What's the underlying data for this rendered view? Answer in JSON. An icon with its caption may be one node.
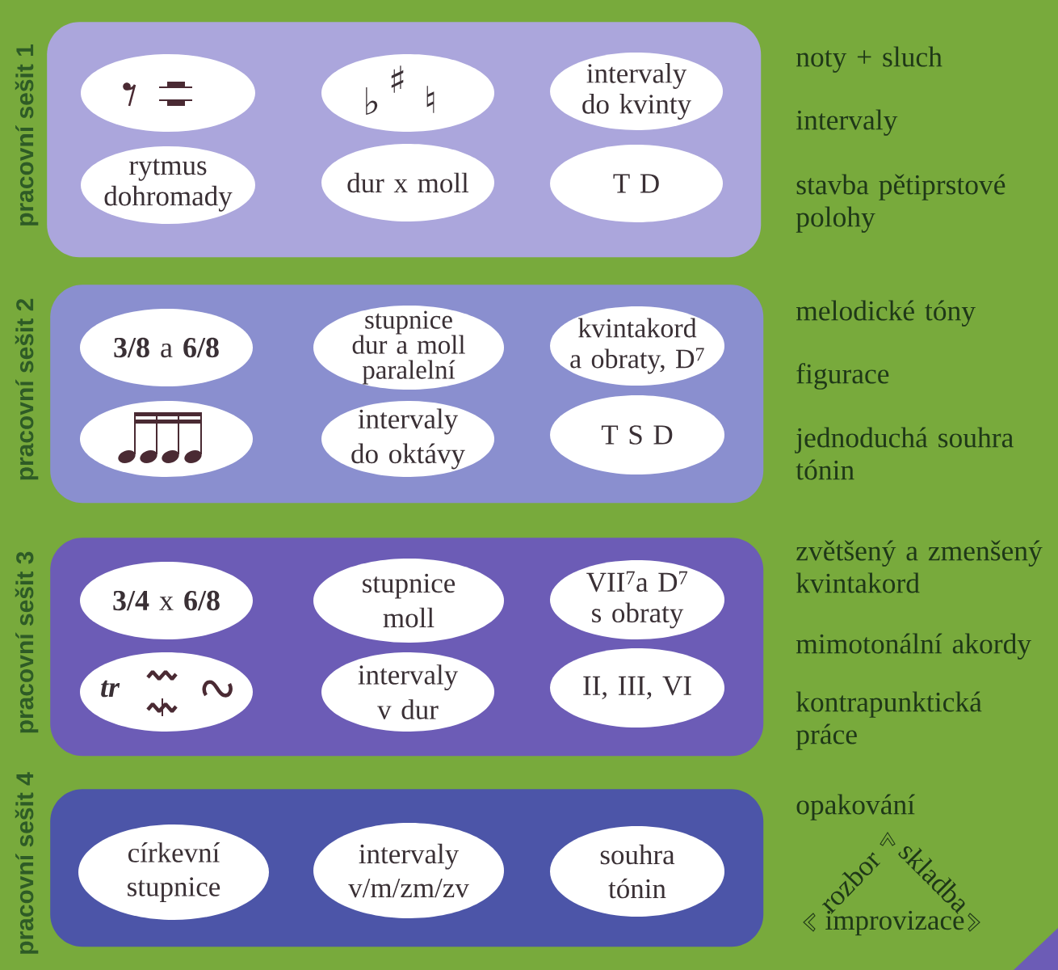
{
  "diagram": {
    "nodes": [
      {
        "text": [
          "pracovní sešit 1"
        ],
        "beside": [
          "noty + sluch",
          "intervaly",
          "stavba pětiprstové polohy"
        ]
      },
      {
        "text": [],
        "shape": "ellipse",
        "in": 0
      },
      {
        "text": [
          "♭",
          "♯",
          "♮"
        ],
        "in": 0
      },
      {
        "text": [
          "intervaly do kvinty"
        ],
        "in": 0
      },
      {
        "text": [
          "rytmus dohromady"
        ],
        "in": 0
      },
      {
        "text": [
          "dur x moll"
        ],
        "in": 0
      },
      {
        "text": [
          "T D"
        ],
        "in": 0
      },
      {
        "text": [
          "pracovní sešit 2"
        ],
        "beside": [
          "melodické tóny",
          "figurace",
          "jednoduchá souhra tónin"
        ]
      },
      {
        "text": [
          "**3/8** a **6/8**"
        ],
        "in": 7
      },
      {
        "text": [
          "stupnice dur a moll paralelní"
        ],
        "in": 7
      },
      {
        "text": [
          "kvintakord a obraty, D$^{7}$"
        ],
        "in": 7
      },
      {
        "text": [],
        "shape": "ellipse",
        "in": 7
      },
      {
        "text": [
          "intervaly do oktávy"
        ],
        "in": 7
      },
      {
        "text": [
          "T S D"
        ],
        "in": 7
      },
      {
        "text": [
          "pracovní sešit 3"
        ],
        "beside": [
          "zvětšený a zmenšený kvintakord",
          "mimotonální akordy",
          "kontrapunktická práce"
        ]
      },
      {
        "text": [
          "**3/4** x **6/8**"
        ],
        "in": 14
      },
      {
        "text": [
          "stupnice moll"
        ],
        "in": 14
      },
      {
        "text": [
          "VII$^{7}$a D$^{7}$ s obraty"
        ],
        "in": 14
      },
      {
        "text": [
          "tr"
        ],
        "in": 14
      },
      {
        "text": [
          "intervaly v dur"
        ],
        "in": 14
      },
      {
        "text": [
          "II, III, VI"
        ],
        "in": 14
      },
      {
        "text": [
          "pracovní sešit 4"
        ],
        "beside": [
          "opakování"
        ]
      },
      {
        "text": [
          "církevní stupnice"
        ],
        "in": 21
      },
      {
        "text": [
          "intervaly v/m/zm/zv"
        ],
        "in": 21
      },
      {
        "text": [
          "souhra tónin"
        ],
        "in": 21
      }
    ],
    "labels": [
      "rozbor",
      "skladba",
      "improvizace"
    ]
  }
}
